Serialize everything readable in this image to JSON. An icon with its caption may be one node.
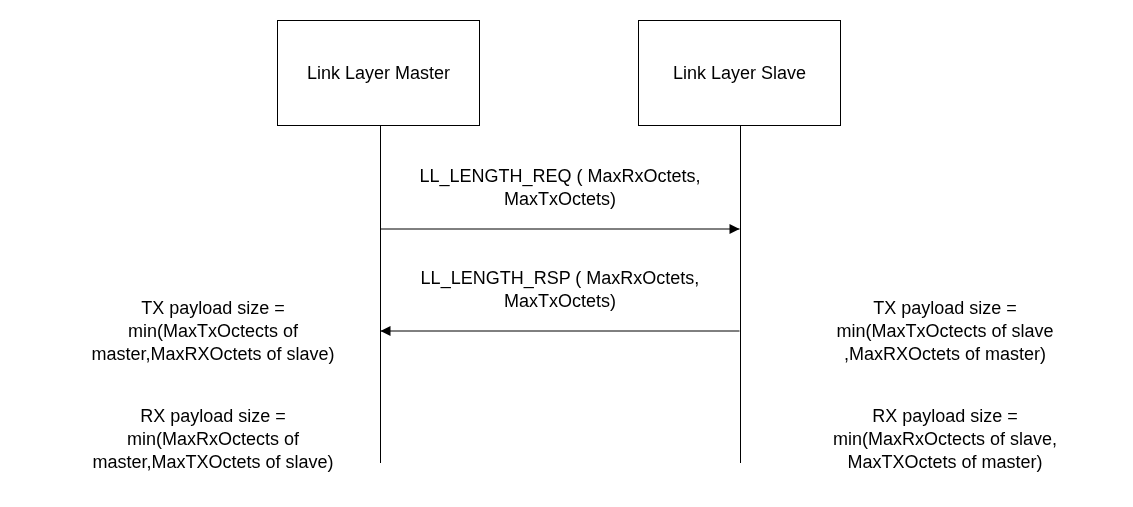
{
  "diagram": {
    "nodes": [
      {
        "text": [
          "Link Layer Master"
        ]
      },
      {
        "text": [
          "Link Layer Slave"
        ]
      },
      {
        "text": [],
        "shape": "bar"
      },
      {
        "text": [],
        "shape": "bar"
      }
    ],
    "edges": [
      {
        "from": 2,
        "to": 3,
        "arrow": "to",
        "label": "LL_LENGTH_REQ ( MaxRxOctets, MaxTxOctets)"
      },
      {
        "from": 3,
        "to": 2,
        "arrow": "to",
        "label": "LL_LENGTH_RSP ( MaxRxOctets, MaxTxOctets)"
      }
    ],
    "labels": [
      "TX payload size = min(MaxTxOctects of master,MaxRXOctets of slave)",
      "RX payload size = min(MaxRxOctects of master,MaxTXOctets of slave)",
      "TX payload size = min(MaxTxOctects of slave ,MaxRXOctets of master)",
      "RX payload size = min(MaxRxOctects of slave, MaxTXOctets of master)"
    ]
  }
}
